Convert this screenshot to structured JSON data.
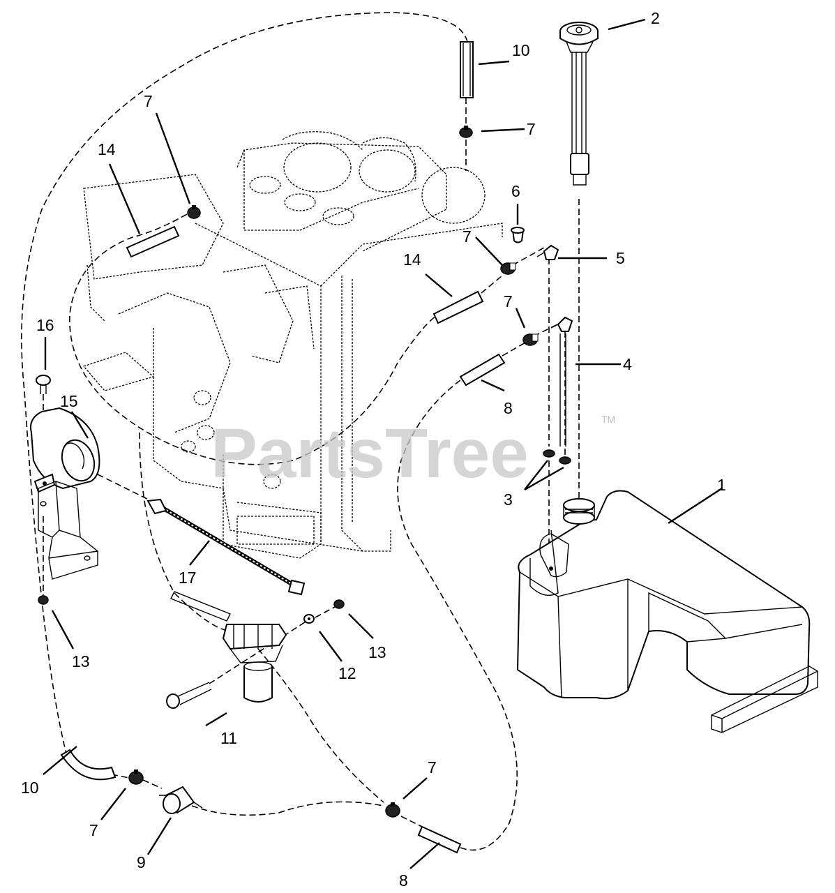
{
  "watermark": {
    "brand": "PartsTree",
    "mark": "TM"
  },
  "callouts": [
    {
      "id": "c1",
      "text": "1"
    },
    {
      "id": "c2",
      "text": "2"
    },
    {
      "id": "c3",
      "text": "3"
    },
    {
      "id": "c4",
      "text": "4"
    },
    {
      "id": "c5",
      "text": "5"
    },
    {
      "id": "c6",
      "text": "6"
    },
    {
      "id": "c7a",
      "text": "7"
    },
    {
      "id": "c7b",
      "text": "7"
    },
    {
      "id": "c7c",
      "text": "7"
    },
    {
      "id": "c7d",
      "text": "7"
    },
    {
      "id": "c7e",
      "text": "7"
    },
    {
      "id": "c7f",
      "text": "7"
    },
    {
      "id": "c8a",
      "text": "8"
    },
    {
      "id": "c8b",
      "text": "8"
    },
    {
      "id": "c9",
      "text": "9"
    },
    {
      "id": "c10a",
      "text": "10"
    },
    {
      "id": "c10b",
      "text": "10"
    },
    {
      "id": "c11",
      "text": "11"
    },
    {
      "id": "c12",
      "text": "12"
    },
    {
      "id": "c13a",
      "text": "13"
    },
    {
      "id": "c13b",
      "text": "13"
    },
    {
      "id": "c14a",
      "text": "14"
    },
    {
      "id": "c14b",
      "text": "14"
    },
    {
      "id": "c15",
      "text": "15"
    },
    {
      "id": "c16",
      "text": "16"
    },
    {
      "id": "c17",
      "text": "17"
    }
  ]
}
